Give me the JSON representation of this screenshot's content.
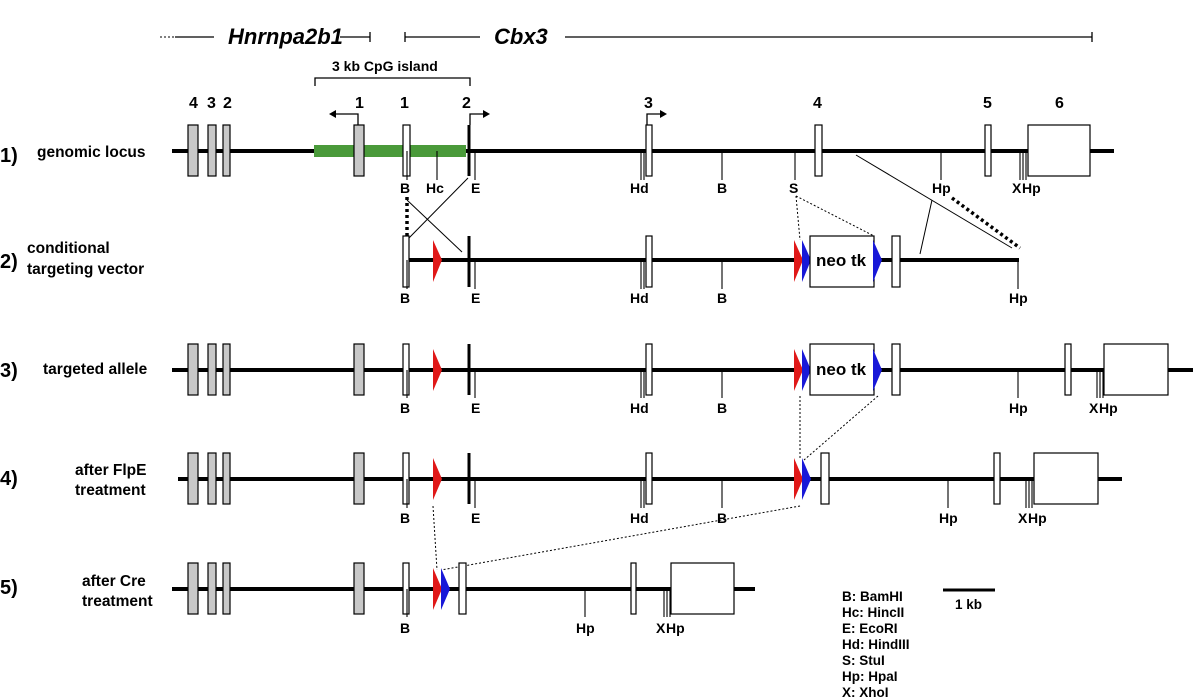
{
  "genes": {
    "left": "Hnrnpa2b1",
    "right": "Cbx3"
  },
  "cpg_island": "3 kb CpG island",
  "exon_numbers": {
    "hnrnpa2b1": [
      "4",
      "3",
      "2",
      "1"
    ],
    "cbx3": [
      "1",
      "2",
      "3",
      "4",
      "5",
      "6"
    ]
  },
  "rows": [
    {
      "num": "1)",
      "label": [
        "genomic locus"
      ]
    },
    {
      "num": "2)",
      "label": [
        "conditional",
        "targeting vector"
      ]
    },
    {
      "num": "3)",
      "label": [
        "targeted allele"
      ]
    },
    {
      "num": "4)",
      "label": [
        "after FlpE",
        "treatment"
      ]
    },
    {
      "num": "5)",
      "label": [
        "after Cre",
        "treatment"
      ]
    }
  ],
  "sites": {
    "B": "B",
    "Hc": "Hc",
    "E": "E",
    "Hd": "Hd",
    "S": "S",
    "Hp": "Hp",
    "X": "X"
  },
  "cassette": "neo tk",
  "scale_bar": "1 kb",
  "legend": [
    {
      "abbr": "B",
      "enzyme": "BamHI"
    },
    {
      "abbr": "Hc",
      "enzyme": "HincII"
    },
    {
      "abbr": "E",
      "enzyme": "EcoRI"
    },
    {
      "abbr": "Hd",
      "enzyme": "HindIII"
    },
    {
      "abbr": "S",
      "enzyme": "StuI"
    },
    {
      "abbr": "Hp",
      "enzyme": "HpaI"
    },
    {
      "abbr": "X",
      "enzyme": "XhoI"
    }
  ],
  "legend_text": [
    "B: BamHI",
    "Hc: HincII",
    "E: EcoRI",
    "Hd: HindIII",
    "S: StuI",
    "Hp: HpaI",
    "X: XhoI"
  ],
  "colors": {
    "loxp": "#e01818",
    "frt": "#1818d8",
    "cpg_island": "#4a9a3a",
    "hnrnpa2b1_exon": "#c8c8c8"
  }
}
